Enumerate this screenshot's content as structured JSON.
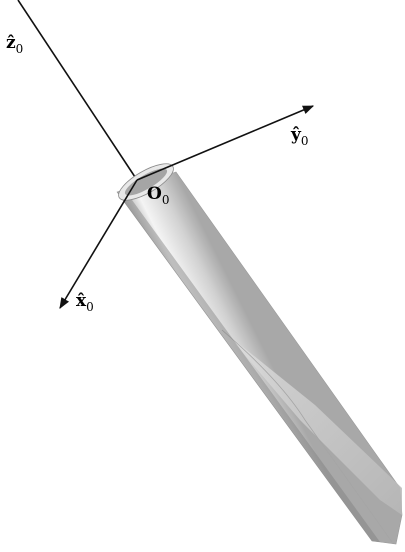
{
  "axes": {
    "z_label": "ẑ",
    "y_label": "ŷ",
    "x_label": "x̂",
    "origin_label": "O",
    "subscript": "0"
  },
  "colors": {
    "axis": "#111111",
    "rod_light": "#f2f2f2",
    "rod_mid": "#c8c8c8",
    "rod_dark": "#8e8e8e",
    "cap_inner": "#9a9a9a"
  }
}
